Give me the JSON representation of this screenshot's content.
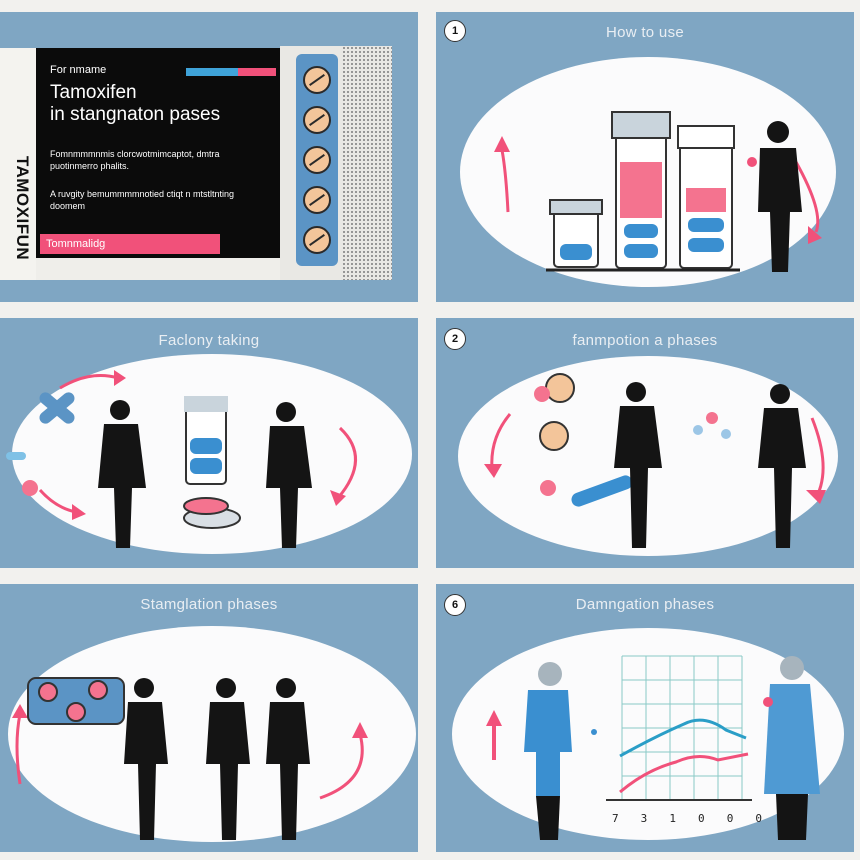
{
  "panels": {
    "package": {
      "side_label": "TAMOXIFUN",
      "sub_label": "For nmame",
      "title_line1": "Tamoxifen",
      "title_line2": "in stangnaton pases",
      "description": "Fomnmmmnmis clorcwotmimcaptot, dmtra puotinmerro phalits.",
      "small_text": "A ruvgity bemummmmnotied ctiqt n mtstltnting doomem",
      "bar_label": "Tomnmalidg"
    },
    "how_to_use": {
      "number": "1",
      "title": "How to use"
    },
    "factory_taking": {
      "title": "Faclony taking"
    },
    "fanmpotion_phases": {
      "number": "2",
      "title": "fanmpotion a phases"
    },
    "stamglation_phases": {
      "title": "Stamglation phases"
    },
    "damngation_phases": {
      "number": "6",
      "title": "Damngation phases",
      "axis_labels": [
        "7",
        "3",
        "1",
        "0",
        "0",
        "0"
      ]
    }
  },
  "colors": {
    "panel_bg": "#7fa6c3",
    "oval": "#fbfbfc",
    "accent_pink": "#f1517a",
    "accent_blue": "#3fa3d9",
    "figure": "#141414"
  }
}
